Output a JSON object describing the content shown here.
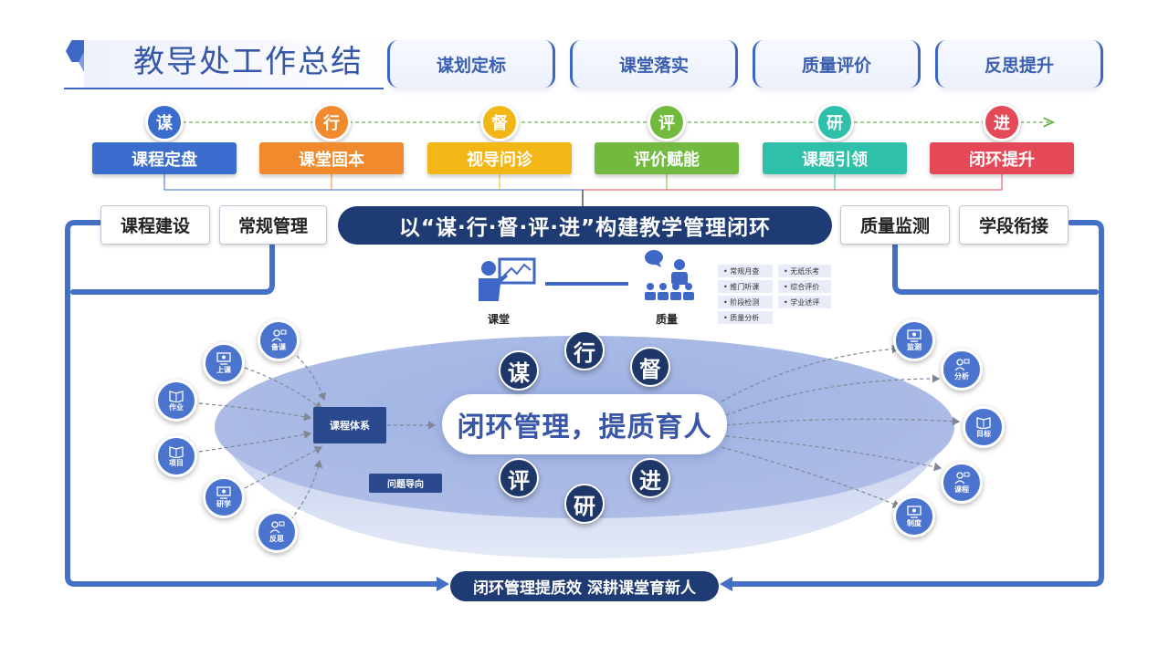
{
  "header": {
    "title": "教导处工作总结",
    "tabs": [
      {
        "label": "谋划定标"
      },
      {
        "label": "课堂落实"
      },
      {
        "label": "质量评价"
      },
      {
        "label": "反思提升"
      }
    ]
  },
  "steps": [
    {
      "char": "谋",
      "label": "课程定盘",
      "color": "#3b6dcf"
    },
    {
      "char": "行",
      "label": "课堂固本",
      "color": "#f08a2c"
    },
    {
      "char": "督",
      "label": "视导问诊",
      "color": "#f2b716"
    },
    {
      "char": "评",
      "label": "评价赋能",
      "color": "#72b93f"
    },
    {
      "char": "研",
      "label": "课题引领",
      "color": "#2fc0a9"
    },
    {
      "char": "进",
      "label": "闭环提升",
      "color": "#e54856"
    }
  ],
  "colors": {
    "accent": "#3e66c4",
    "dark": "#1f3b73",
    "arrow_green": "#6ab04c"
  },
  "loop": {
    "left_buttons": [
      "课程建设",
      "常规管理"
    ],
    "right_buttons": [
      "质量监测",
      "学段衔接"
    ],
    "banner": "以“谋·行·督·评·进”构建教学管理闭环",
    "bottom_banner": "闭环管理提质效  深耕课堂育新人"
  },
  "middle": {
    "classroom_label": "课堂",
    "quality_label": "质量",
    "info_tags": [
      "常规月查",
      "无纸乐考",
      "推门听课",
      "综合评价",
      "阶段检测",
      "学业述评",
      "质量分析"
    ]
  },
  "ellipse": {
    "center_text": "闭环管理，提质育人",
    "ring_chars": [
      "谋",
      "行",
      "督",
      "评",
      "研",
      "进"
    ],
    "course_system": "课程体系",
    "problem_oriented": "问题导向"
  },
  "left_nodes": [
    {
      "label": "备课",
      "icon": "teacher-icon"
    },
    {
      "label": "上课",
      "icon": "screen-icon"
    },
    {
      "label": "作业",
      "icon": "book-icon"
    },
    {
      "label": "项目",
      "icon": "book-icon"
    },
    {
      "label": "研学",
      "icon": "screen-icon"
    },
    {
      "label": "反思",
      "icon": "teacher-icon"
    }
  ],
  "right_nodes": [
    {
      "label": "监测",
      "icon": "screen-icon"
    },
    {
      "label": "分析",
      "icon": "teacher-icon"
    },
    {
      "label": "目标",
      "icon": "book-icon"
    },
    {
      "label": "课程",
      "icon": "teacher-icon"
    },
    {
      "label": "制度",
      "icon": "screen-icon"
    }
  ]
}
